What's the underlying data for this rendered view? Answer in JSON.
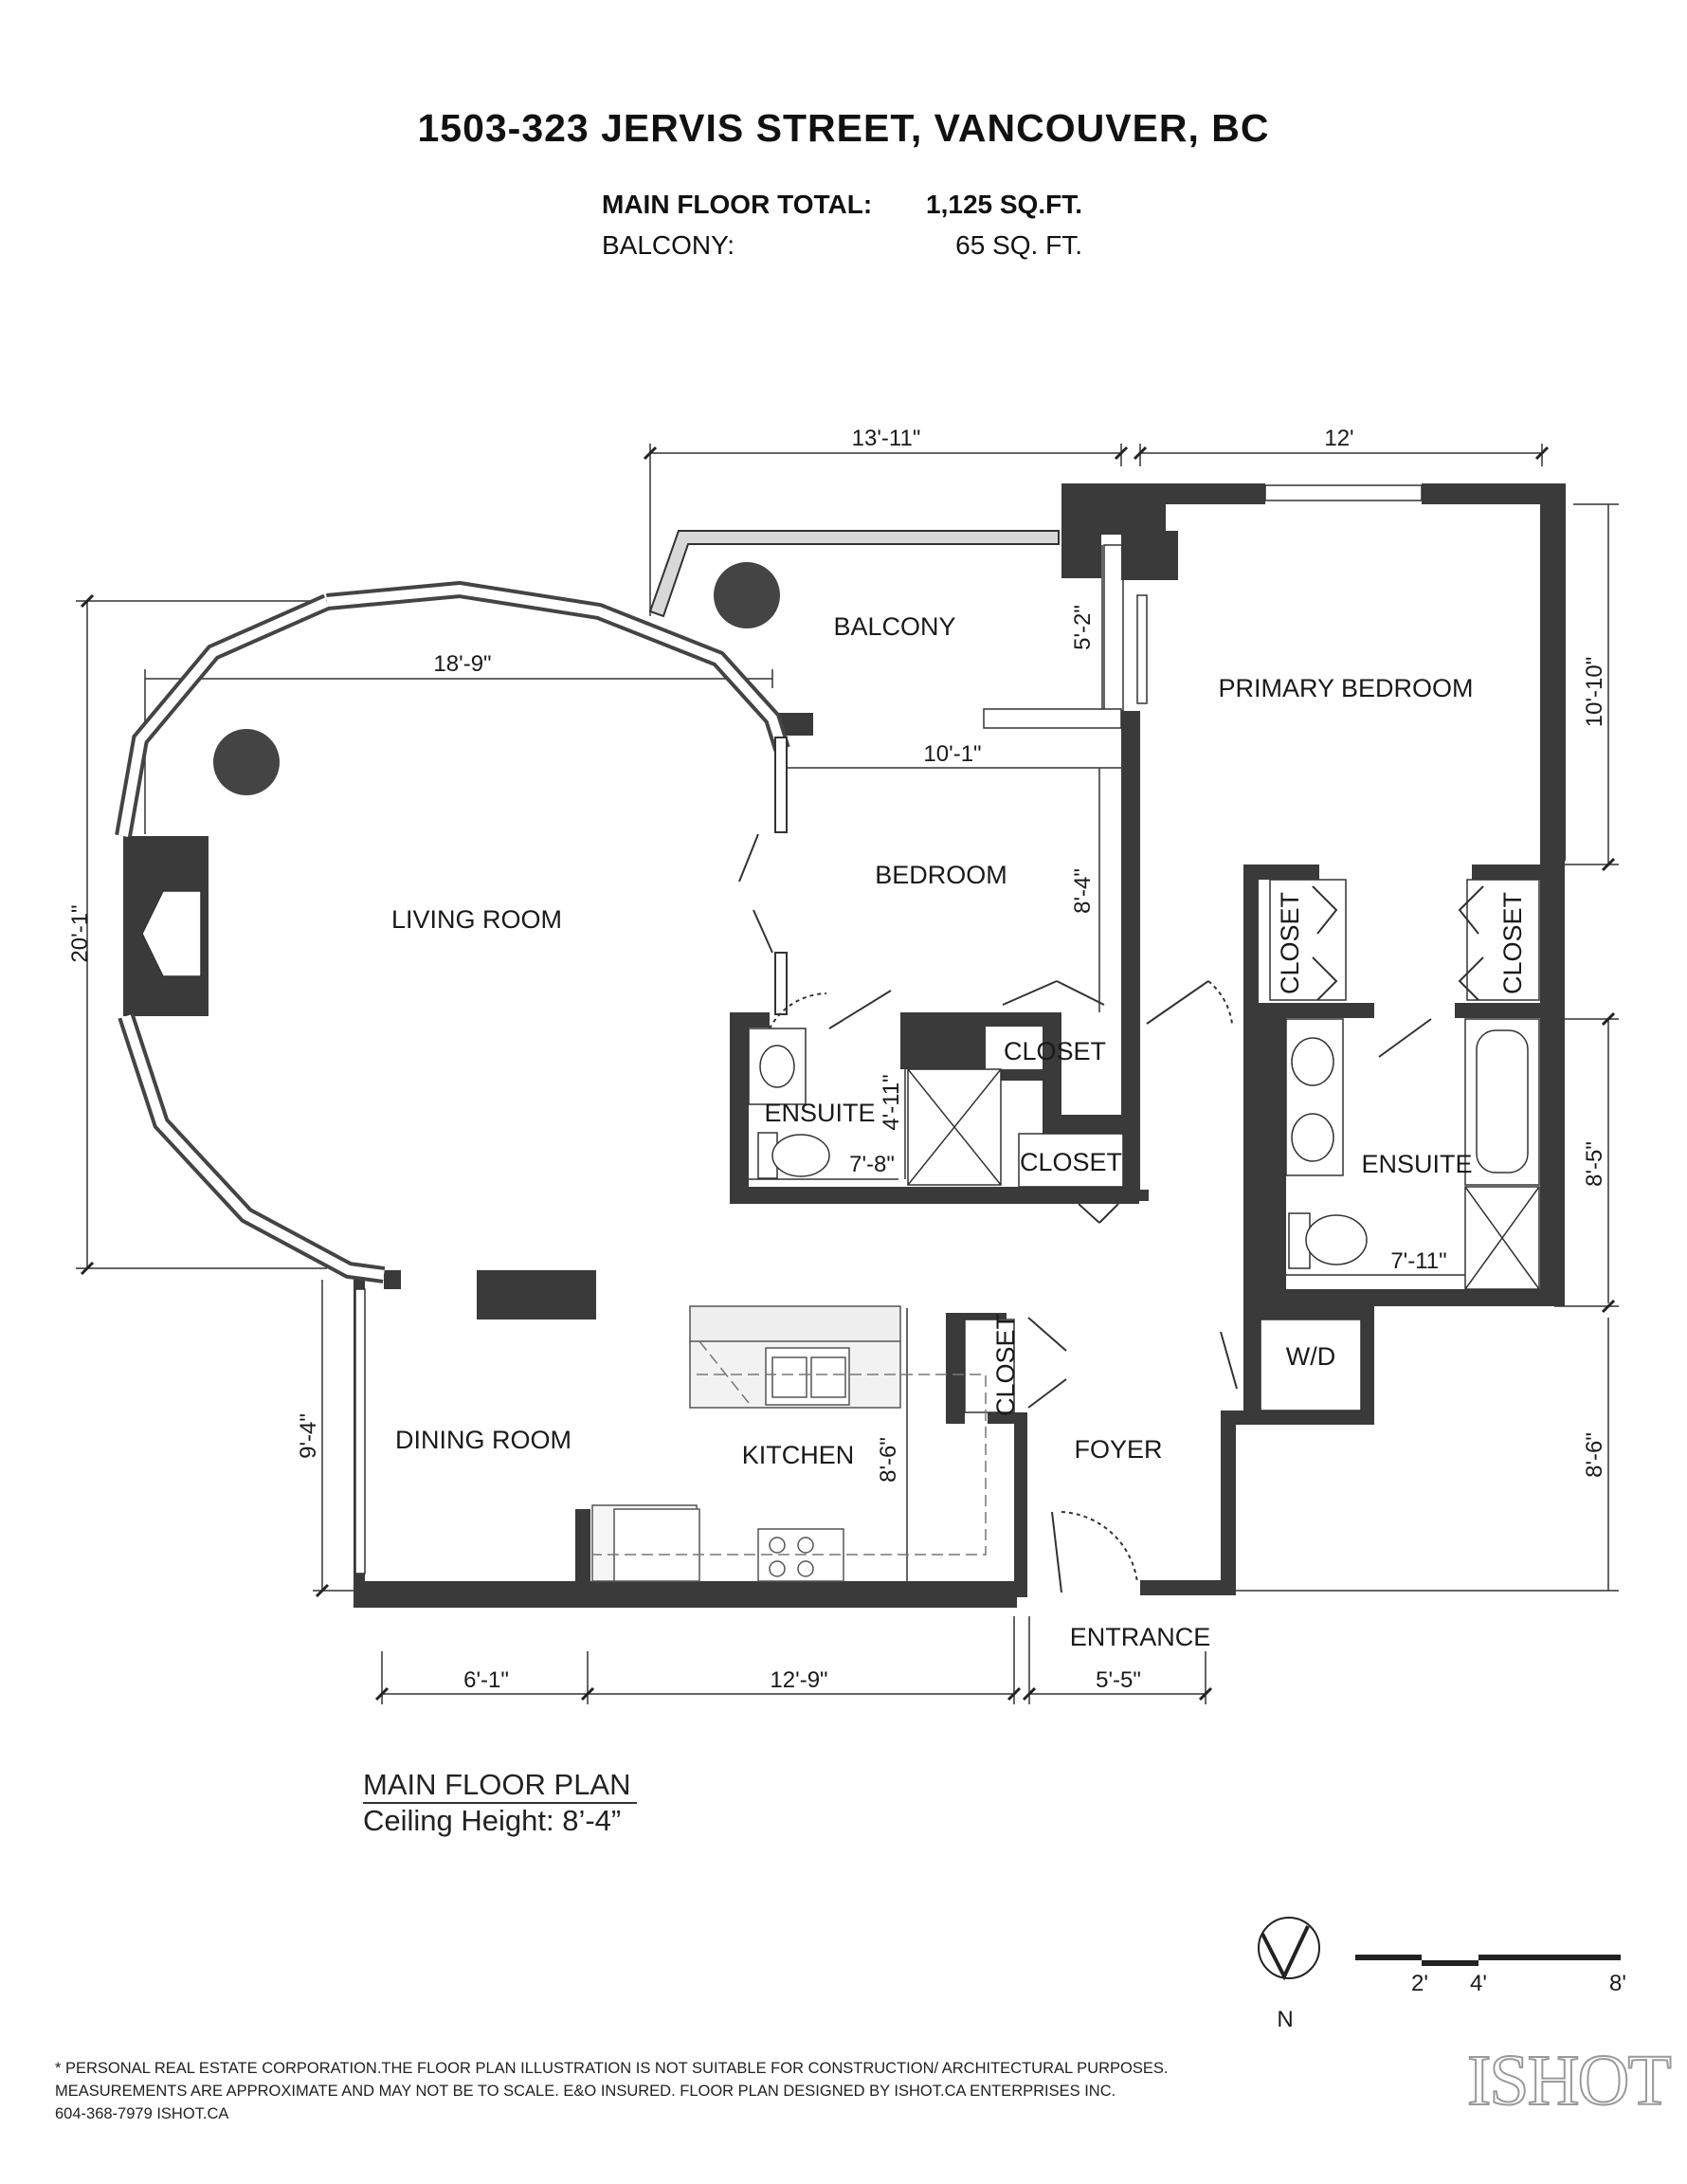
{
  "title": "1503-323 JERVIS STREET, VANCOUVER, BC",
  "areas": {
    "main_label": "MAIN FLOOR TOTAL:",
    "main_value": "1,125 SQ.FT.",
    "balcony_label": "BALCONY:",
    "balcony_value": "65 SQ. FT."
  },
  "rooms": {
    "balcony": "BALCONY",
    "primary_bedroom": "PRIMARY BEDROOM",
    "living_room": "LIVING ROOM",
    "bedroom": "BEDROOM",
    "closet": "CLOSET",
    "ensuite": "ENSUITE",
    "dining_room": "DINING ROOM",
    "kitchen": "KITCHEN",
    "foyer": "FOYER",
    "entrance": "ENTRANCE",
    "wd": "W/D"
  },
  "dimensions": {
    "balcony_width": "13'-11\"",
    "primary_width": "12'",
    "living_width": "18'-9\"",
    "living_depth": "20'-1\"",
    "balcony_depth": "5'-2\"",
    "bedroom_width": "10'-1\"",
    "bedroom_depth": "8'-4\"",
    "primary_depth": "10'-10\"",
    "ensuite_small_depth": "4'-11\"",
    "ensuite_small_width": "7'-8\"",
    "ensuite_primary_width": "7'-11\"",
    "ensuite_primary_depth": "8'-5\"",
    "dining_depth": "9'-4\"",
    "kitchen_depth": "8'-6\"",
    "foyer_depth": "8'-6\"",
    "dining_width": "6'-1\"",
    "kitchen_width": "12'-9\"",
    "entrance_width": "5'-5\""
  },
  "caption": {
    "title": "MAIN FLOOR PLAN",
    "ceiling": "Ceiling Height: 8’-4”"
  },
  "legend": {
    "north": "N",
    "scale_2": "2'",
    "scale_4": "4'",
    "scale_8": "8'"
  },
  "disclaimer": {
    "line1": "* PERSONAL REAL ESTATE CORPORATION.THE FLOOR PLAN ILLUSTRATION IS NOT SUITABLE FOR CONSTRUCTION/ ARCHITECTURAL PURPOSES.",
    "line2": "MEASUREMENTS ARE APPROXIMATE AND MAY NOT BE TO SCALE. E&O INSURED. FLOOR PLAN DESIGNED BY ISHOT.CA ENTERPRISES INC.",
    "line3": "604-368-7979  ISHOT.CA"
  },
  "brand": "ISHOT",
  "colors": {
    "wall": "#3a3a3a",
    "window": "#cfcfcf",
    "text": "#1a1a1a"
  }
}
